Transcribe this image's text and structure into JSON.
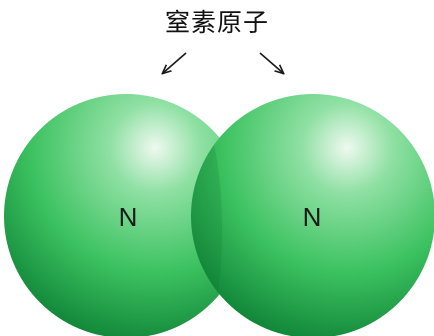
{
  "title": "窒素原子",
  "atoms": [
    {
      "label": "N"
    },
    {
      "label": "N"
    }
  ],
  "colors": {
    "atom_highlight": "#e9f7ec",
    "atom_mid": "#4ecf6e",
    "atom_dark": "#0f8a3a",
    "arrow": "#1a1a1a",
    "background": "#ffffff"
  }
}
